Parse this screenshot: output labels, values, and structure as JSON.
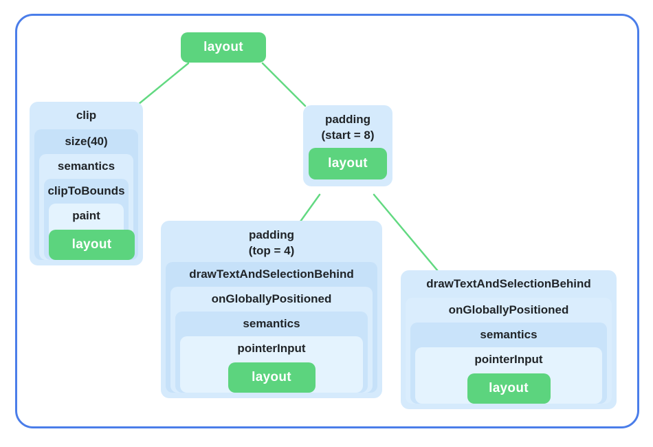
{
  "colors": {
    "frame_border": "#4a7de9",
    "node_green": "#5cd47e",
    "connector_green": "#62d981",
    "box_blue_0": "#d5eafc",
    "box_blue_1": "#c6e1f9",
    "box_blue_2": "#daedfd",
    "box_blue_3": "#c9e3fa",
    "box_blue_4": "#e4f3fe",
    "label_text": "#1f2327"
  },
  "tree": {
    "root_leaf": "layout",
    "clip": {
      "levels": [
        "clip",
        "size(40)",
        "semantics",
        "clipToBounds",
        "paint"
      ],
      "leaf": "layout"
    },
    "padding_start": {
      "title_line1": "padding",
      "title_line2": "(start = 8)",
      "leaf": "layout"
    },
    "padding_top": {
      "title_line1": "padding",
      "title_line2": "(top = 4)",
      "levels": [
        "drawTextAndSelectionBehind",
        "onGloballyPositioned",
        "semantics",
        "pointerInput"
      ],
      "leaf": "layout"
    },
    "draw_text": {
      "levels": [
        "drawTextAndSelectionBehind",
        "onGloballyPositioned",
        "semantics",
        "pointerInput"
      ],
      "leaf": "layout"
    }
  }
}
